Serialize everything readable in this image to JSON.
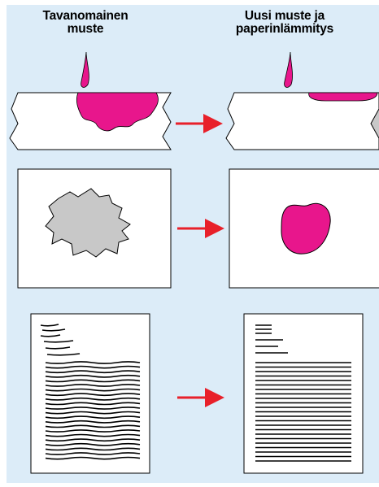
{
  "headings": {
    "left": {
      "line1": "Tavanomainen",
      "line2": "muste"
    },
    "right": {
      "line1": "Uusi muste ja",
      "line2": "paperinlämmitys"
    }
  },
  "colors": {
    "background": "#dcecf8",
    "ink": "#e8168c",
    "smudge": "#c8c8c8",
    "arrow": "#e8202a",
    "paper": "#ffffff",
    "outline": "#000000"
  },
  "rows": [
    {
      "id": "paper-cross-section",
      "arrow": "right-arrow"
    },
    {
      "id": "ink-dot",
      "arrow": "right-arrow"
    },
    {
      "id": "printed-page",
      "arrow": "right-arrow"
    }
  ]
}
